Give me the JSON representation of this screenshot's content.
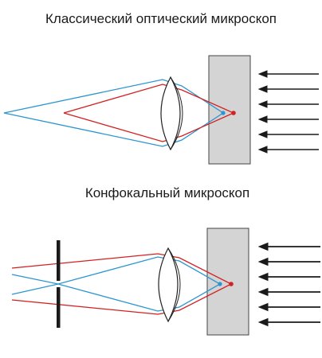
{
  "titles": {
    "classic": "Классический оптический микроскоп",
    "confocal": "Конфокальный микроскоп"
  },
  "colors": {
    "red_ray": "#d32020",
    "blue_ray": "#2a95d0",
    "sample_fill": "#d4d4d4",
    "sample_stroke": "#444444",
    "lens_fill": "#ffffff",
    "lens_stroke": "#222222",
    "pinhole": "#1a1a1a",
    "arrow": "#1a1a1a"
  },
  "icons": {
    "light_arrow": "arrow-left-icon",
    "lens": "lens-icon",
    "pinhole": "pinhole-aperture-icon"
  },
  "panels": {
    "classic": {
      "illumination_arrow_count": 6
    },
    "confocal": {
      "illumination_arrow_count": 6
    }
  }
}
